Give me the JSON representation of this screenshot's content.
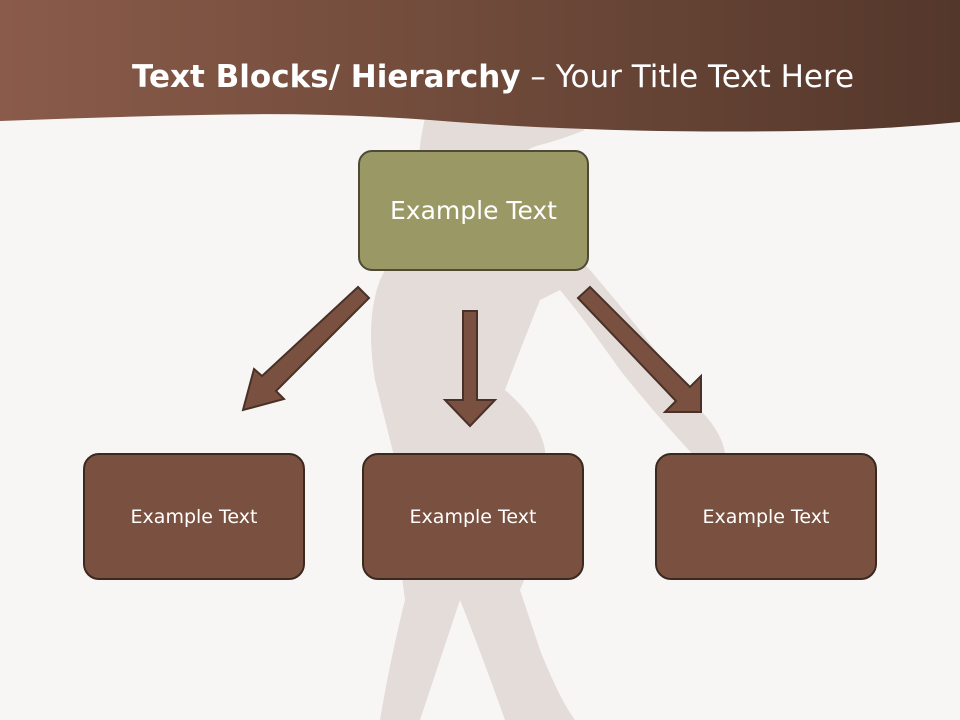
{
  "slide": {
    "title_bold": "Text Blocks/ Hierarchy",
    "title_rest": " – Your Title Text Here"
  },
  "hierarchy": {
    "top": {
      "label": "Example Text"
    },
    "children": [
      {
        "label": "Example Text"
      },
      {
        "label": "Example Text"
      },
      {
        "label": "Example Text"
      }
    ]
  },
  "colors": {
    "banner": "#6f4a3a",
    "top_box": "#9a9966",
    "child_box": "#7a5140",
    "arrow": "#7a5140",
    "background": "#f8f6f4"
  }
}
